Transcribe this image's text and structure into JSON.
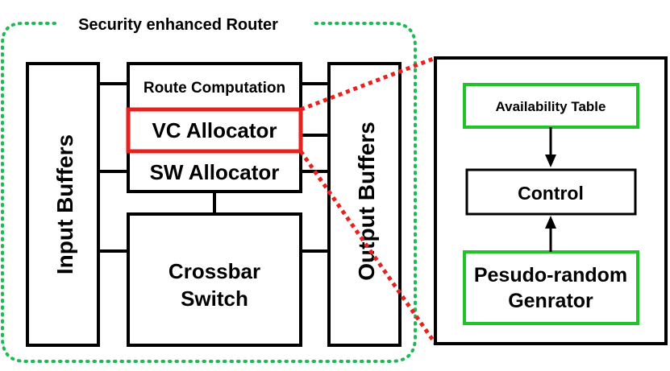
{
  "router": {
    "title": "Security enhanced Router",
    "input_buffers": "Input Buffers",
    "output_buffers": "Output Buffers",
    "route_computation": "Route Computation",
    "vc_allocator": "VC Allocator",
    "sw_allocator": "SW Allocator",
    "crossbar_line1": "Crossbar",
    "crossbar_line2": "Switch"
  },
  "detail": {
    "availability_table": "Availability Table",
    "control": "Control",
    "prng_line1": "Pesudo-random",
    "prng_line2": "Genrator"
  },
  "colors": {
    "router_border": "#1db954",
    "highlight": "#e8201e",
    "detail_box_border": "#22c22a",
    "line": "#000000"
  }
}
